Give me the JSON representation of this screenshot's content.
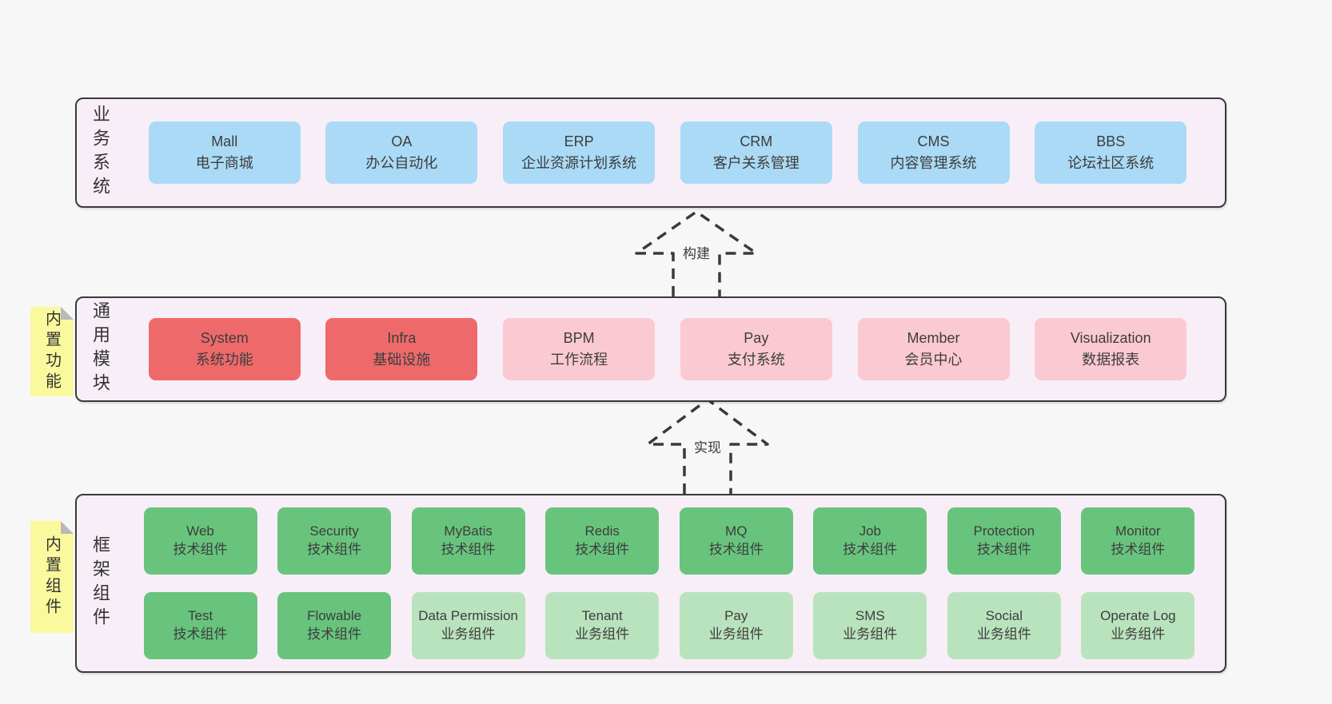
{
  "colors": {
    "page_bg": "#f7f7f7",
    "layer_bg": "#f8eef7",
    "layer_border": "#3a3a3a",
    "blue_box": "#aadaf5",
    "red_box": "#ee6a6a",
    "pink_box": "#fbc9d2",
    "green_box": "#68c47d",
    "light_green_box": "#b9e3bd",
    "sticky_yellow": "#fbf99e",
    "sticky_fold_gray": "#b9b9b9"
  },
  "arrows": {
    "build": "构建",
    "implement": "实现"
  },
  "layers": {
    "business": {
      "label": "业务系统",
      "items": [
        {
          "title": "Mall",
          "subtitle": "电子商城"
        },
        {
          "title": "OA",
          "subtitle": "办公自动化"
        },
        {
          "title": "ERP",
          "subtitle": "企业资源计划系统"
        },
        {
          "title": "CRM",
          "subtitle": "客户关系管理"
        },
        {
          "title": "CMS",
          "subtitle": "内容管理系统"
        },
        {
          "title": "BBS",
          "subtitle": "论坛社区系统"
        }
      ]
    },
    "modules": {
      "label": "通用模块",
      "sticky": "内置功能",
      "items": [
        {
          "title": "System",
          "subtitle": "系统功能",
          "variant": "red"
        },
        {
          "title": "Infra",
          "subtitle": "基础设施",
          "variant": "red"
        },
        {
          "title": "BPM",
          "subtitle": "工作流程",
          "variant": "pink"
        },
        {
          "title": "Pay",
          "subtitle": "支付系统",
          "variant": "pink"
        },
        {
          "title": "Member",
          "subtitle": "会员中心",
          "variant": "pink"
        },
        {
          "title": "Visualization",
          "subtitle": "数据报表",
          "variant": "pink"
        }
      ]
    },
    "components": {
      "label": "框架组件",
      "sticky": "内置组件",
      "row1": [
        {
          "title": "Web",
          "subtitle": "技术组件",
          "variant": "green"
        },
        {
          "title": "Security",
          "subtitle": "技术组件",
          "variant": "green"
        },
        {
          "title": "MyBatis",
          "subtitle": "技术组件",
          "variant": "green"
        },
        {
          "title": "Redis",
          "subtitle": "技术组件",
          "variant": "green"
        },
        {
          "title": "MQ",
          "subtitle": "技术组件",
          "variant": "green"
        },
        {
          "title": "Job",
          "subtitle": "技术组件",
          "variant": "green"
        },
        {
          "title": "Protection",
          "subtitle": "技术组件",
          "variant": "green"
        },
        {
          "title": "Monitor",
          "subtitle": "技术组件",
          "variant": "green"
        }
      ],
      "row2": [
        {
          "title": "Test",
          "subtitle": "技术组件",
          "variant": "green"
        },
        {
          "title": "Flowable",
          "subtitle": "技术组件",
          "variant": "green"
        },
        {
          "title": "Data Permission",
          "subtitle": "业务组件",
          "variant": "lightgreen"
        },
        {
          "title": "Tenant",
          "subtitle": "业务组件",
          "variant": "lightgreen"
        },
        {
          "title": "Pay",
          "subtitle": "业务组件",
          "variant": "lightgreen"
        },
        {
          "title": "SMS",
          "subtitle": "业务组件",
          "variant": "lightgreen"
        },
        {
          "title": "Social",
          "subtitle": "业务组件",
          "variant": "lightgreen"
        },
        {
          "title": "Operate Log",
          "subtitle": "业务组件",
          "variant": "lightgreen"
        }
      ]
    }
  }
}
